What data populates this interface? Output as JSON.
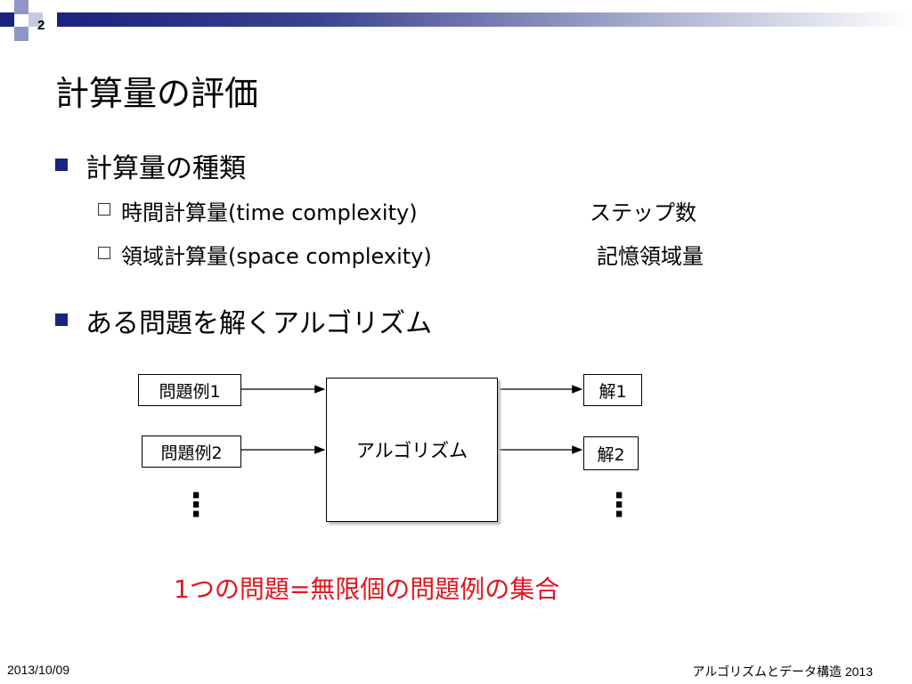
{
  "slide": {
    "number": "2",
    "title": "計算量の評価",
    "accent_color": "#1a237e",
    "note_color": "#e0161f"
  },
  "bullets": [
    {
      "text": "計算量の種類",
      "sub": [
        {
          "label": "時間計算量(time complexity)",
          "value": "ステップ数"
        },
        {
          "label": "領域計算量(space complexity)",
          "value": "記憶領域量"
        }
      ]
    },
    {
      "text": "ある問題を解くアルゴリズム"
    }
  ],
  "diagram": {
    "inputs": [
      "問題例1",
      "問題例2"
    ],
    "algorithm": "アルゴリズム",
    "outputs": [
      "解1",
      "解2"
    ],
    "ellipsis": "⋮"
  },
  "note": "1つの問題=無限個の問題例の集合",
  "footer": {
    "date": "2013/10/09",
    "course": "アルゴリズムとデータ構造 2013"
  }
}
